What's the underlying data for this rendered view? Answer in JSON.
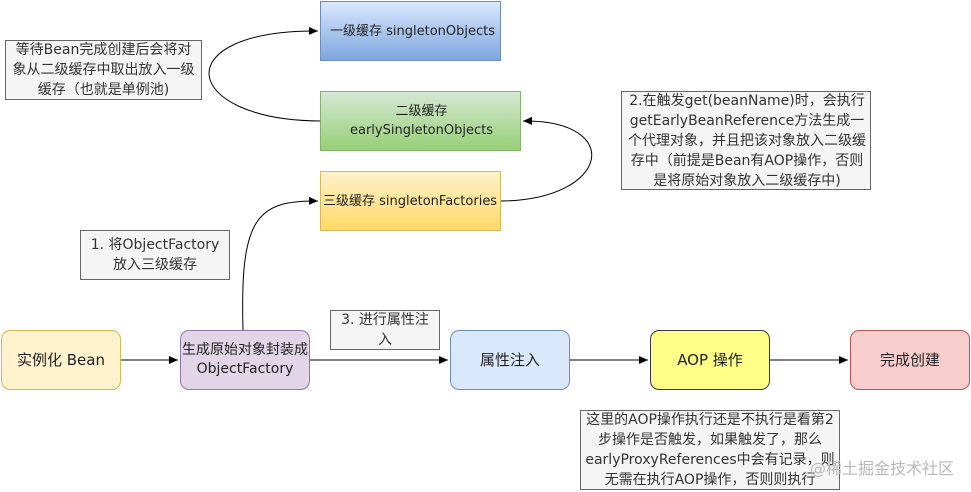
{
  "caches": {
    "level1": "一级缓存 singletonObjects",
    "level2": "二级缓存 earlySingletonObjects",
    "level3": "三级缓存 singletonFactories"
  },
  "steps": {
    "instantiate": "实例化 Bean",
    "wrap_factory": "生成原始对象封装成ObjectFactory",
    "populate": "属性注入",
    "aop": "AOP 操作",
    "complete": "完成创建"
  },
  "notes": {
    "move_to_level1": "等待Bean完成创建后会将对象从二级缓存中取出放入一级缓存（也就是单例池)",
    "get_bean": "2.在触发get(beanName)时，会执行getEarlyBeanReference方法生成一个代理对象，并且把该对象放入二级缓存中（前提是Bean有AOP操作，否则是将原始对象放入二级缓存中)",
    "put_factory": "1. 将ObjectFactory放入三级缓存",
    "inject": "3. 进行属性注入",
    "aop_check": "这里的AOP操作执行还是不执行是看第2步操作是否触发，如果触发了，那么earlyProxyReferences中会有记录，则无需在执行AOP操作，否则则执行"
  },
  "watermark": "@稀土掘金技术社区"
}
